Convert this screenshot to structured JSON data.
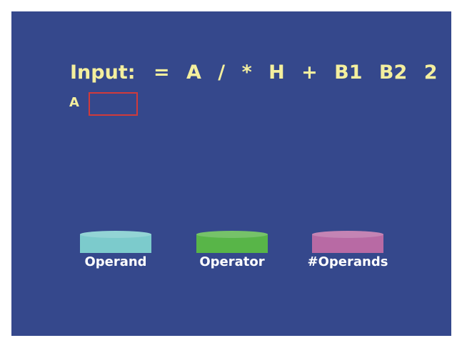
{
  "input": {
    "label": "Input:",
    "tokens": [
      "=",
      "A",
      "/",
      "*",
      "H",
      "+",
      "B1",
      "B2",
      "2"
    ]
  },
  "current": {
    "variable": "A",
    "value": ""
  },
  "stacks": [
    {
      "label": "Operand",
      "color": "#7ccbcc"
    },
    {
      "label": "Operator",
      "color": "#58b548"
    },
    {
      "label": "#Operands",
      "color": "#b86aa4"
    }
  ],
  "colors": {
    "background": "#35488c",
    "token_text": "#f4ef9e",
    "entry_border": "#d23a3a"
  }
}
